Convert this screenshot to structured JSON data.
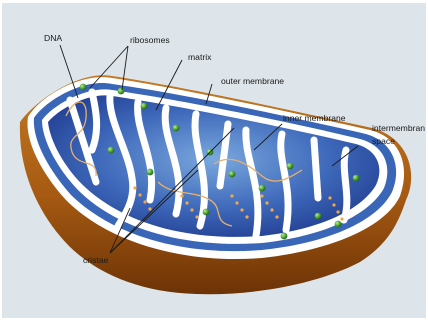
{
  "diagram": {
    "labels": {
      "dna": "DNA",
      "ribosomes": "ribosomes",
      "matrix": "matrix",
      "outer_membrane": "outer membrane",
      "inner_membrane": "inner membrane",
      "intermembrane_space_line1": "intermembran",
      "intermembrane_space_line2": "space",
      "cristae": "cristae"
    },
    "colors": {
      "background": "#dde5ea",
      "outer_shell": "#b86a18",
      "membrane": "#ffffff",
      "intermembrane": "#3a66b8",
      "matrix": "#2c53a8",
      "matrix_light": "#6f9fd8",
      "dna_strand": "#e7b06a",
      "ribosome": "#4ea338",
      "atp_synthase": "#f2a748"
    }
  }
}
